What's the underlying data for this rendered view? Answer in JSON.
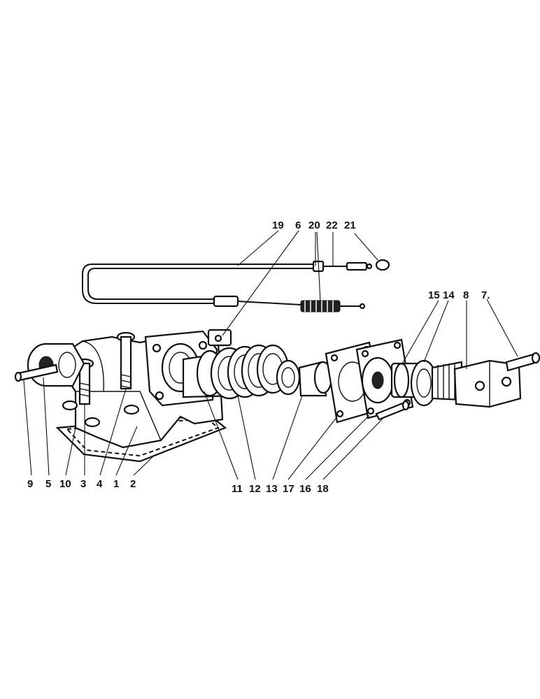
{
  "labels": {
    "l1": "1",
    "l2": "2",
    "l3": "3",
    "l4": "4",
    "l5": "5",
    "l6": "6",
    "l7": "7.",
    "l8": "8",
    "l9": "9",
    "l10": "10",
    "l11": "11",
    "l12": "12",
    "l13": "13",
    "l14": "14",
    "l15": "15",
    "l16": "16",
    "l17": "17",
    "l18": "18",
    "l19": "19",
    "l20": "20",
    "l21": "21",
    "l22": "22"
  }
}
